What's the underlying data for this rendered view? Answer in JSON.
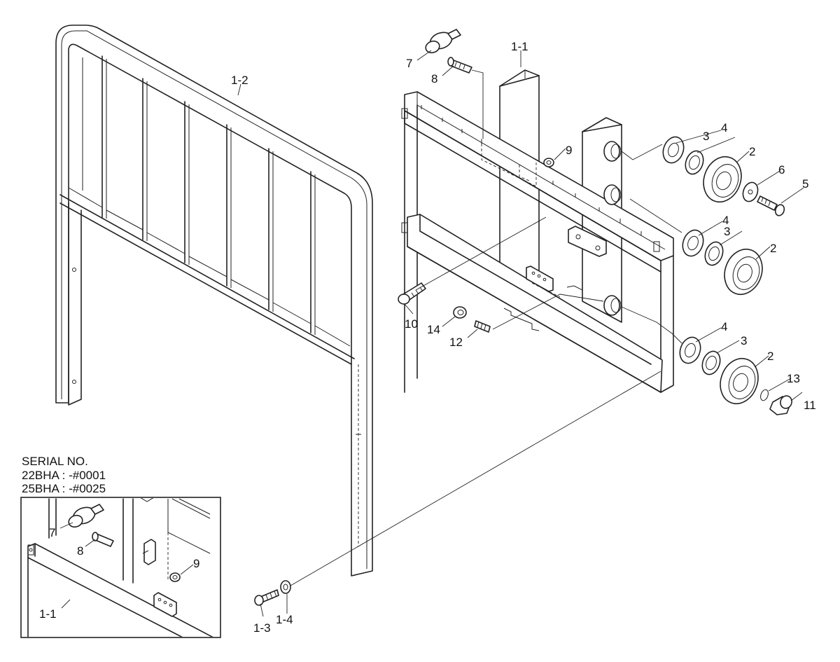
{
  "serial": {
    "heading": "SERIAL NO.",
    "line1": "22BHA : -#0001",
    "line2": "25BHA : -#0025"
  },
  "labels": {
    "p1_1": "1-1",
    "p1_2": "1-2",
    "p1_3": "1-3",
    "p1_4": "1-4",
    "p2": "2",
    "p3": "3",
    "p4": "4",
    "p5": "5",
    "p6": "6",
    "p7": "7",
    "p8": "8",
    "p9": "9",
    "p10": "10",
    "p11": "11",
    "p12": "12",
    "p13": "13",
    "p14": "14"
  },
  "inset_labels": {
    "p7": "7",
    "p8": "8",
    "p9": "9",
    "p1_1": "1-1"
  }
}
